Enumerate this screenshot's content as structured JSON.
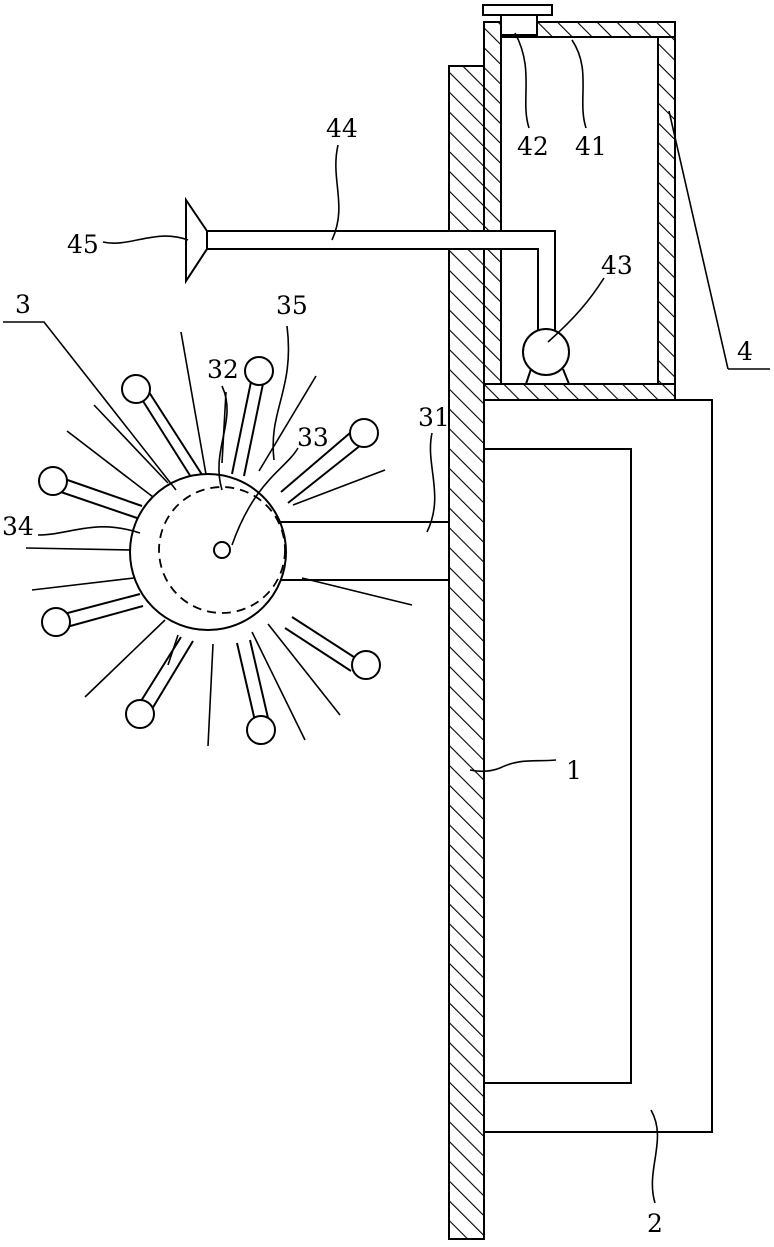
{
  "labels": {
    "l1": "1",
    "l2": "2",
    "l3": "3",
    "l4": "4",
    "l31": "31",
    "l32": "32",
    "l33": "33",
    "l34": "34",
    "l35": "35",
    "l41": "41",
    "l42": "42",
    "l43": "43",
    "l44": "44",
    "l45": "45"
  }
}
